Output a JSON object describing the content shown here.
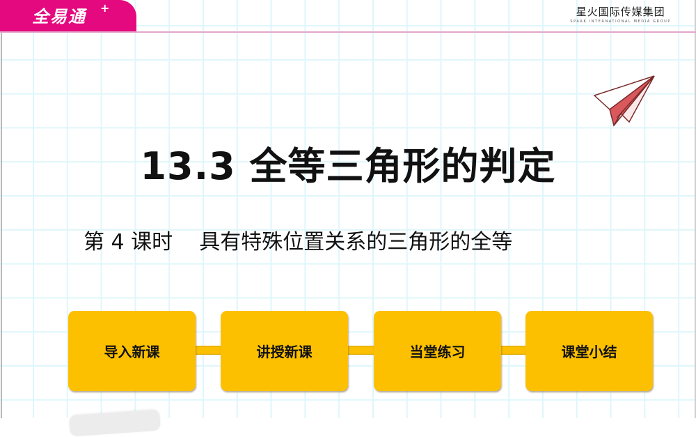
{
  "header": {
    "brand_logo_text": "全易通",
    "brand_logo_plus": "+",
    "brand_color": "#e4097e",
    "publisher_cn": "星火国际传媒集团",
    "publisher_en": "SPARK INTERNATIONAL MEDIA GROUP"
  },
  "slide": {
    "title": "13.3  全等三角形的判定",
    "subtitle": "第 4 课时    具有特殊位置关系的三角形的全等",
    "decoration_icon": "paper-plane-icon"
  },
  "steps": {
    "color": "#fdc000",
    "items": [
      {
        "label": "导入新课"
      },
      {
        "label": "讲授新课"
      },
      {
        "label": "当堂练习"
      },
      {
        "label": "课堂小结"
      }
    ]
  }
}
